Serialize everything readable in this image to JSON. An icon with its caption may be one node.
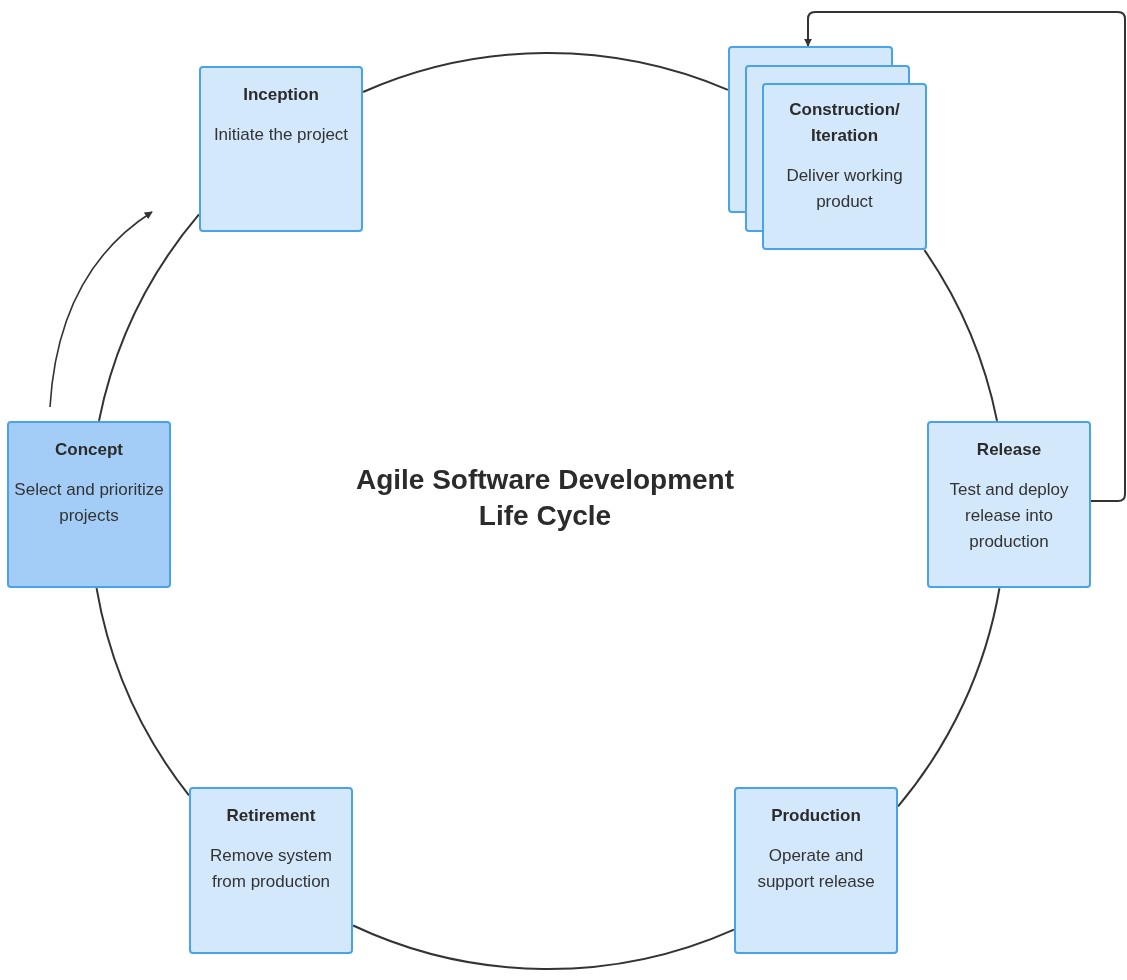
{
  "diagram": {
    "title": "Agile Software Development Life Cycle",
    "nodes": [
      {
        "text": [
          "Concept",
          "Select and prioritize projects"
        ]
      },
      {
        "text": [
          "Inception",
          "Initiate the project"
        ]
      },
      {
        "text": [
          "Construction/ Iteration",
          "Deliver working product"
        ]
      },
      {
        "text": [
          "Release",
          "Test and deploy release into production"
        ]
      },
      {
        "text": [
          "Production",
          "Operate and support release"
        ]
      },
      {
        "text": [
          "Retirement",
          "Remove system from production"
        ]
      }
    ],
    "edges": [
      {
        "from": 0,
        "to": 1,
        "arrow": "none"
      },
      {
        "from": 1,
        "to": 2,
        "arrow": "none"
      },
      {
        "from": 2,
        "to": 3,
        "arrow": "none"
      },
      {
        "from": 3,
        "to": 4,
        "arrow": "none"
      },
      {
        "from": 4,
        "to": 5,
        "arrow": "none"
      },
      {
        "from": 5,
        "to": 0,
        "arrow": "none"
      },
      {
        "from": 3,
        "to": 2,
        "arrow": "to"
      }
    ]
  }
}
